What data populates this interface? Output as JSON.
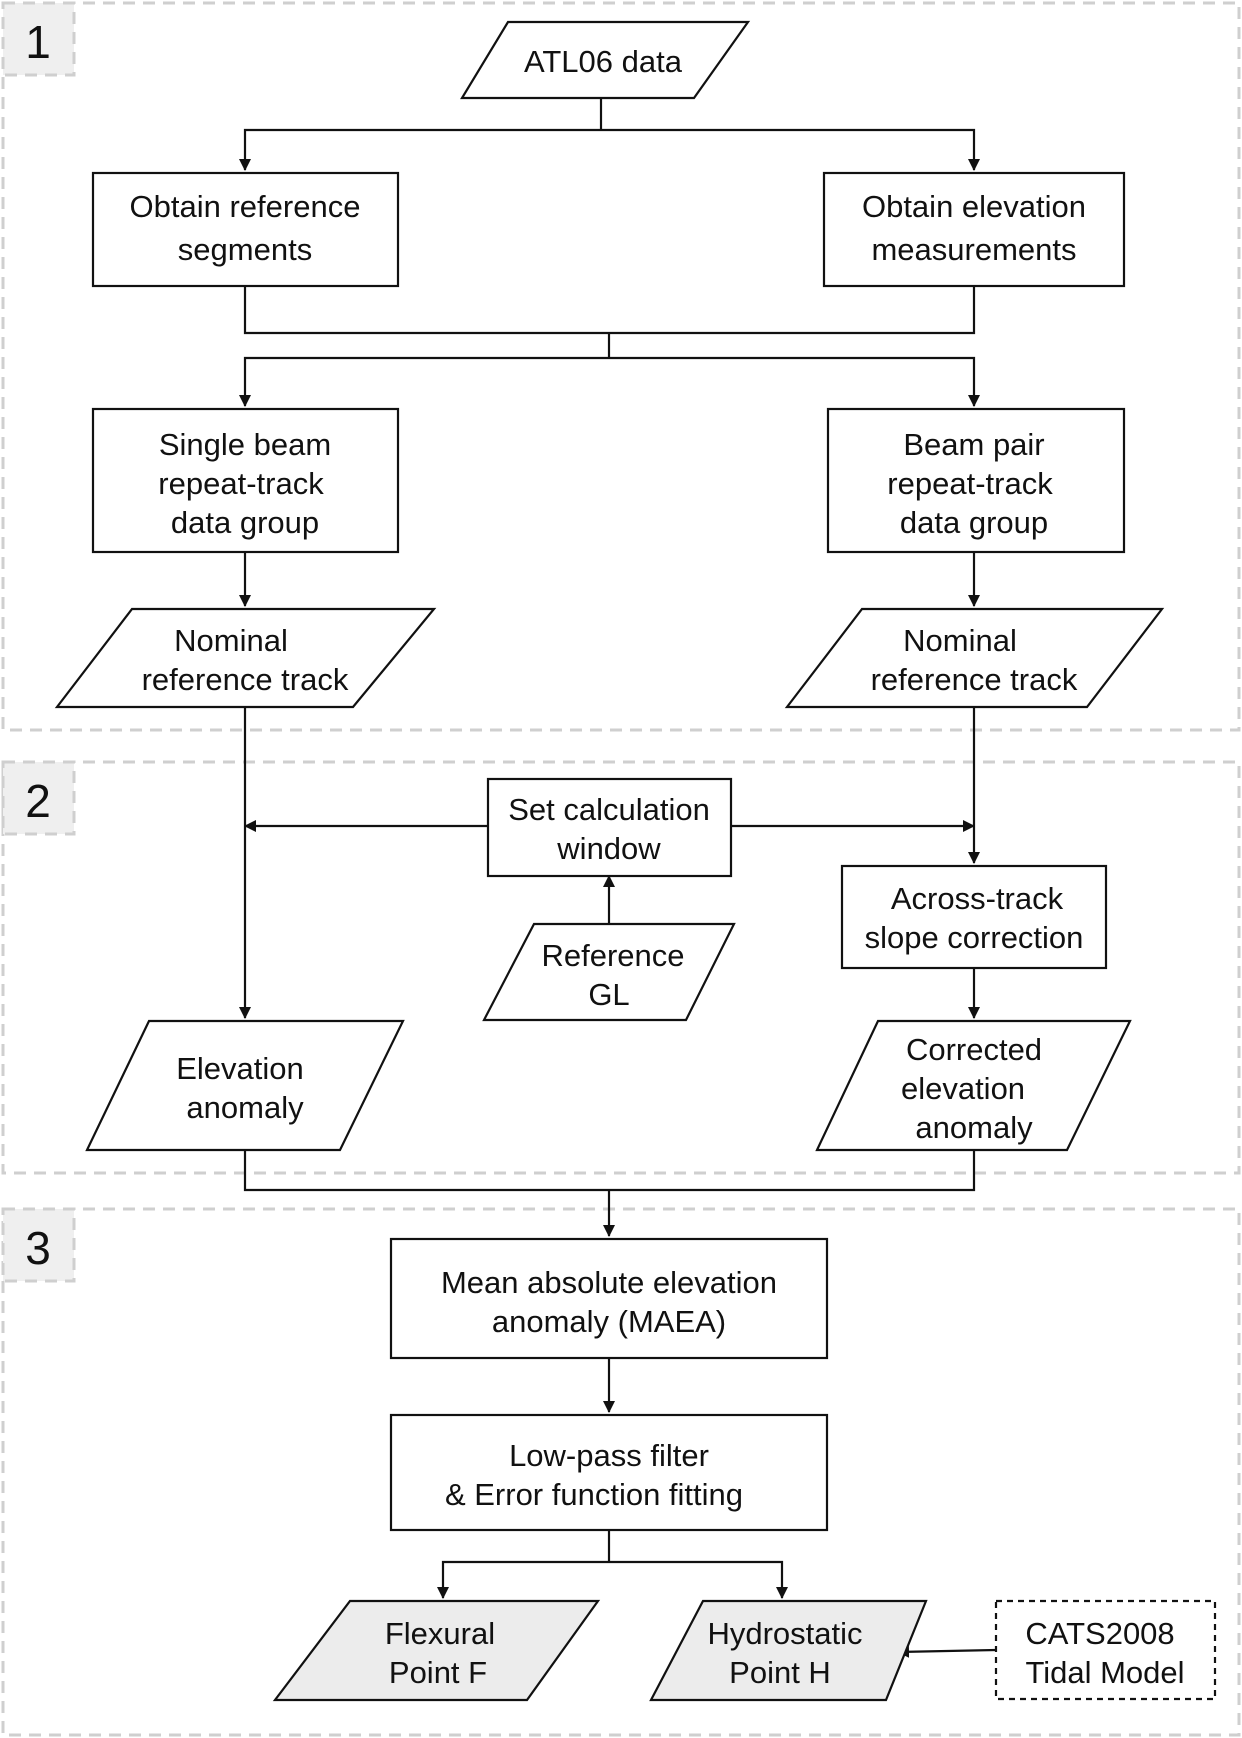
{
  "sections": [
    "1",
    "2",
    "3"
  ],
  "nodes": {
    "atl06": [
      "ATL06 data"
    ],
    "obtain_ref": [
      "Obtain reference",
      "segments"
    ],
    "obtain_elev": [
      "Obtain elevation",
      "measurements"
    ],
    "single_beam": [
      "Single beam",
      "repeat-track",
      "data group"
    ],
    "beam_pair": [
      "Beam pair",
      "repeat-track",
      "data group"
    ],
    "nominal_left": [
      "Nominal",
      "reference track"
    ],
    "nominal_right": [
      "Nominal",
      "reference track"
    ],
    "set_window": [
      "Set calculation",
      "window"
    ],
    "reference_gl": [
      "Reference",
      "GL"
    ],
    "across_track": [
      "Across-track",
      "slope correction"
    ],
    "elev_anomaly": [
      "Elevation",
      "anomaly"
    ],
    "corrected_anomaly": [
      "Corrected",
      "elevation",
      "anomaly"
    ],
    "maea": [
      "Mean absolute elevation",
      "anomaly (MAEA)"
    ],
    "lowpass": [
      "Low-pass filter",
      "& Error function fitting"
    ],
    "flexural": [
      "Flexural",
      "Point F"
    ],
    "hydrostatic": [
      "Hydrostatic",
      "Point H"
    ],
    "cats": [
      "CATS2008",
      "Tidal Model"
    ]
  }
}
